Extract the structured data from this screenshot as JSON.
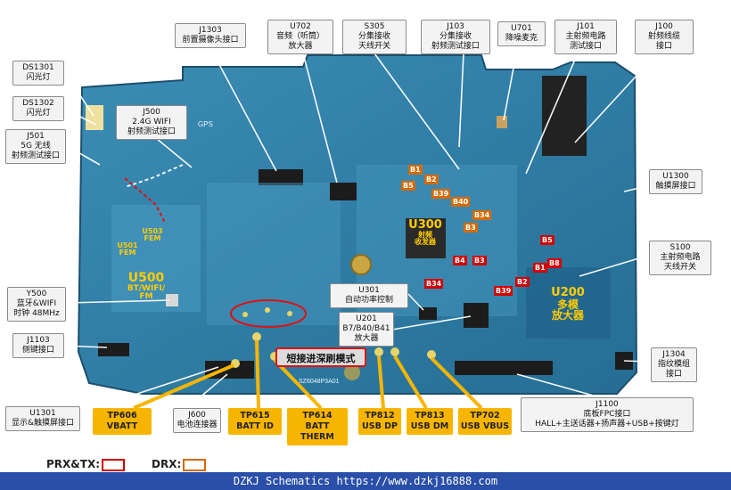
{
  "callouts": [
    {
      "id": "ds1301",
      "lines": [
        "DS1301",
        "闪光灯"
      ]
    },
    {
      "id": "ds1302",
      "lines": [
        "DS1302",
        "闪光灯"
      ]
    },
    {
      "id": "j501",
      "lines": [
        "J501",
        "5G 无线",
        "射频测试接口"
      ]
    },
    {
      "id": "j500",
      "lines": [
        "J500",
        "2.4G WIFI",
        "射频测试接口"
      ]
    },
    {
      "id": "j1303",
      "lines": [
        "J1303",
        "前置摄像头接口"
      ]
    },
    {
      "id": "u702",
      "lines": [
        "U702",
        "音频（听筒）",
        "放大器"
      ]
    },
    {
      "id": "s305",
      "lines": [
        "S305",
        "分集接收",
        "天线开关"
      ]
    },
    {
      "id": "j103",
      "lines": [
        "J103",
        "分集接收",
        "射频测试接口"
      ]
    },
    {
      "id": "u701",
      "lines": [
        "U701",
        "降噪麦克"
      ]
    },
    {
      "id": "j101",
      "lines": [
        "J101",
        "主射频电路",
        "测试接口"
      ]
    },
    {
      "id": "j100",
      "lines": [
        "J100",
        "射频线缆",
        "接口"
      ]
    },
    {
      "id": "u1300",
      "lines": [
        "U1300",
        "触摸屏接口"
      ]
    },
    {
      "id": "s100",
      "lines": [
        "S100",
        "主射频电路",
        "天线开关"
      ]
    },
    {
      "id": "u301",
      "lines": [
        "U301",
        "自动功率控制"
      ]
    },
    {
      "id": "u201",
      "lines": [
        "U201",
        "B7/B40/B41",
        "放大器"
      ]
    },
    {
      "id": "y500",
      "lines": [
        "Y500",
        "蓝牙&WIFI",
        "时钟 48MHz"
      ]
    },
    {
      "id": "j1103",
      "lines": [
        "J1103",
        "侧键接口"
      ]
    },
    {
      "id": "j1304",
      "lines": [
        "J1304",
        "指纹模组",
        "接口"
      ]
    },
    {
      "id": "u1301",
      "lines": [
        "U1301",
        "显示&触摸屏接口"
      ]
    },
    {
      "id": "j600",
      "lines": [
        "J600",
        "电池连接器"
      ]
    },
    {
      "id": "j1100",
      "lines": [
        "J1100",
        "底板FPC接口",
        "HALL+主送话器+扬声器+USB+按键灯"
      ]
    }
  ],
  "test_points": [
    {
      "id": "tp606",
      "name": "TP606",
      "desc": "VBATT"
    },
    {
      "id": "tp615",
      "name": "TP615",
      "desc": "BATT ID"
    },
    {
      "id": "tp614",
      "name": "TP614",
      "desc": "BATT THERM"
    },
    {
      "id": "tp812",
      "name": "TP812",
      "desc": "USB DP"
    },
    {
      "id": "tp813",
      "name": "TP813",
      "desc": "USB DM"
    },
    {
      "id": "tp702",
      "name": "TP702",
      "desc": "USB VBUS"
    }
  ],
  "chips": [
    {
      "id": "u500",
      "lines": [
        "U500",
        "BT/WIFI/",
        "FM"
      ]
    },
    {
      "id": "u300",
      "lines": [
        "U300",
        "射频",
        "收发器"
      ]
    },
    {
      "id": "u200",
      "lines": [
        "U200",
        "多模",
        "放大器"
      ]
    },
    {
      "id": "u503",
      "lines": [
        "U503",
        "FEM"
      ]
    },
    {
      "id": "u501",
      "lines": [
        "U501",
        "FEM"
      ]
    }
  ],
  "band_tags": {
    "red": [
      "B5",
      "B1",
      "B8",
      "B2",
      "B4",
      "B3",
      "B34",
      "B39"
    ],
    "orange": [
      "B5",
      "B1",
      "B2",
      "B39",
      "B40",
      "B34",
      "B3"
    ]
  },
  "annotation": "短接进深刷模式",
  "board_text": [
    "GPS",
    "SZ6048P3A01"
  ],
  "legend": {
    "prx_tx": "PRX&TX:",
    "drx": "DRX:"
  },
  "footer": "DZKJ Schematics https://www.dzkj16888.com",
  "colors": {
    "board": "#2f7fa8",
    "test_point": "#f7b500",
    "annotation_border": "#e01010",
    "footer": "#2a4fa8"
  }
}
